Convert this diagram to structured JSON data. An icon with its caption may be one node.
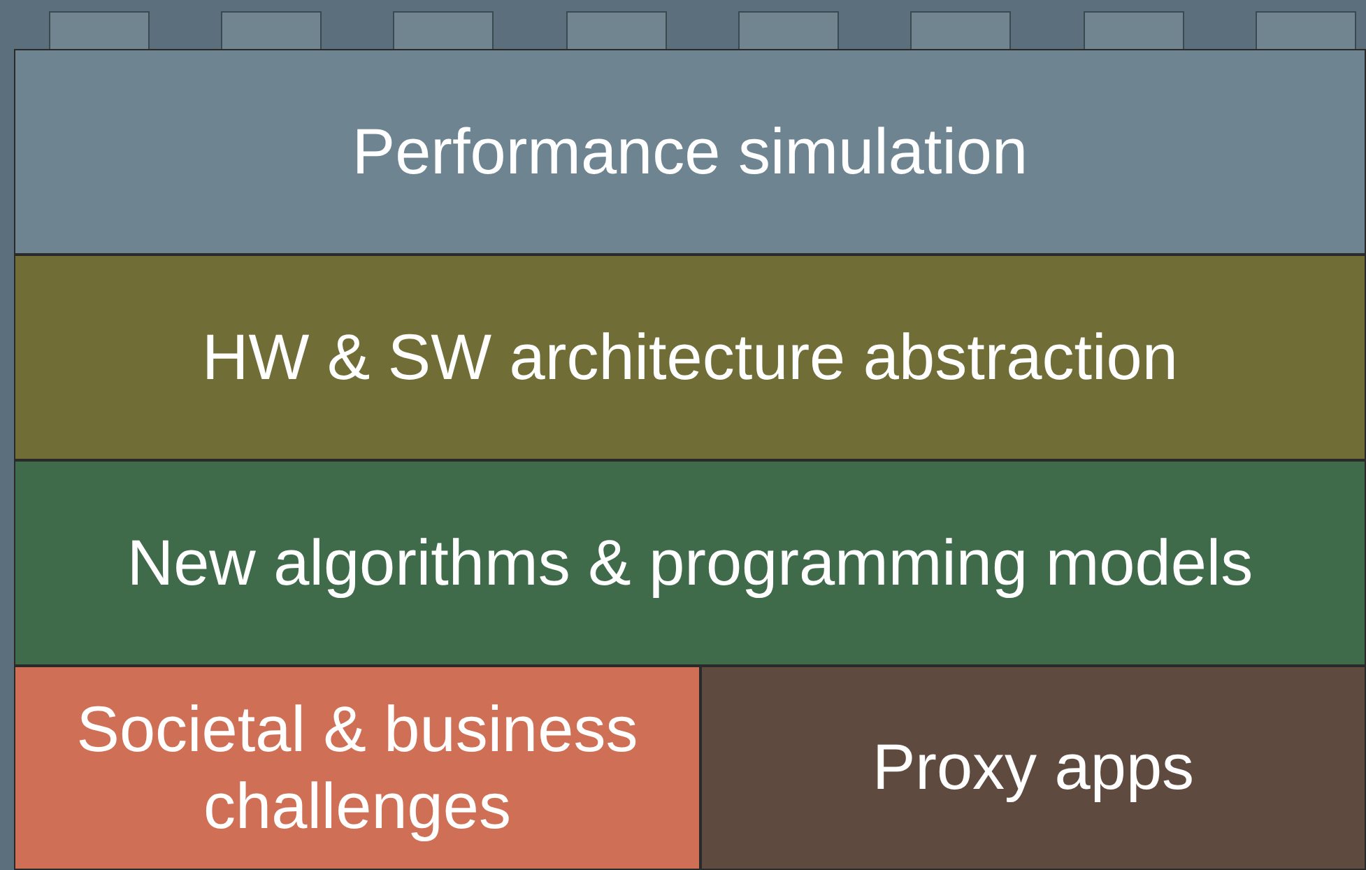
{
  "diagram": {
    "nodes": [
      {
        "text": [
          "Performance simulation"
        ]
      },
      {
        "text": [
          "HW & SW architecture abstraction"
        ]
      },
      {
        "text": [
          "New algorithms & programming models"
        ]
      },
      {
        "text": [
          "Societal & business challenges"
        ]
      },
      {
        "text": [
          "Proxy apps"
        ]
      }
    ]
  }
}
